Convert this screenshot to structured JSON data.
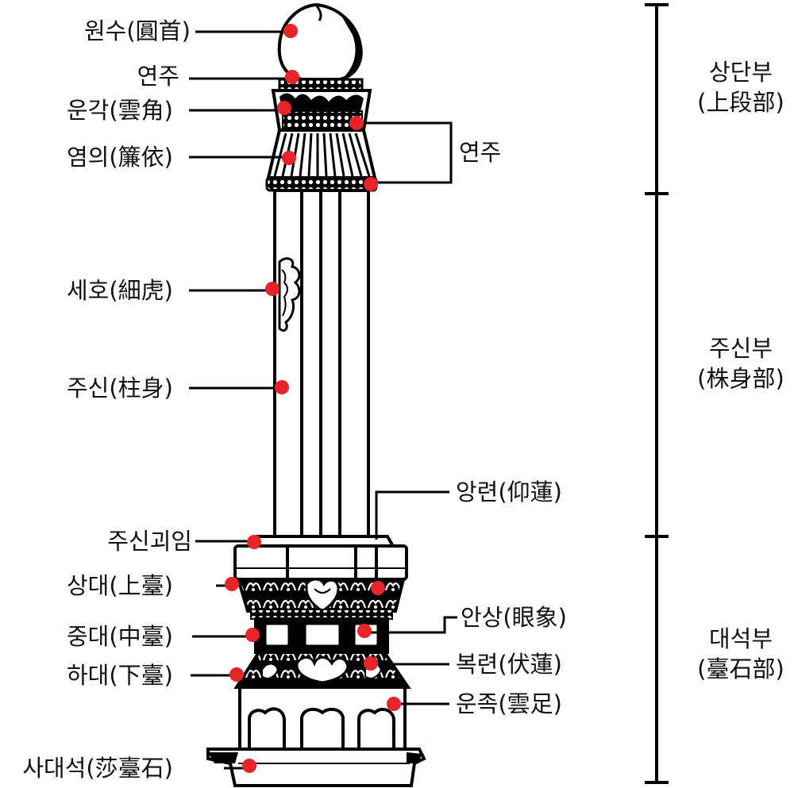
{
  "labels": {
    "wonsu": "원수(圓首)",
    "yeonju_top": "연주",
    "ungak": "운각(雲角)",
    "yeomui": "염의(簾依)",
    "seho": "세호(細虎)",
    "jusin": "주신(柱身)",
    "jusin_goeim": "주신괴임",
    "sangdae": "상대(上臺)",
    "jungdae": "중대(中臺)",
    "hadae": "하대(下臺)",
    "sadaeseok": "사대석(莎臺石)",
    "yeonju_bracket": "연주",
    "angryeon": "앙련(仰蓮)",
    "ansang": "안상(眼象)",
    "bokryeon": "복련(伏蓮)",
    "unjok": "운족(雲足)"
  },
  "sections": {
    "upper": {
      "name": "상단부",
      "hanja": "(上段部)"
    },
    "shaft": {
      "name": "주신부",
      "hanja": "(株身部)"
    },
    "base": {
      "name": "대석부",
      "hanja": "(臺石部)"
    }
  },
  "colors": {
    "marker": "#e8232a",
    "ink": "#000000",
    "background": "#ffffff"
  }
}
